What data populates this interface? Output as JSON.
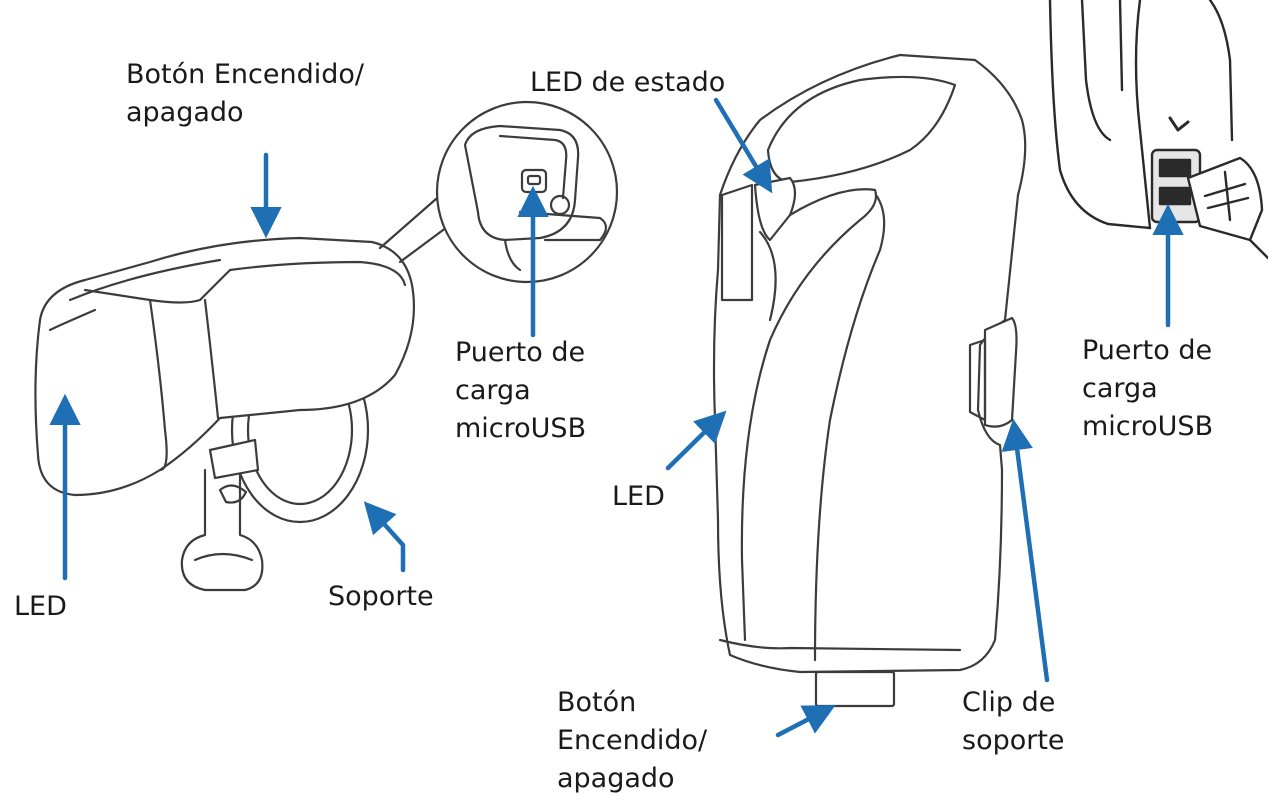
{
  "colors": {
    "arrow": "#1f6fb4",
    "outline": "#3c3c3c",
    "label": "#1a1a1a",
    "background": "#ffffff"
  },
  "front_light": {
    "power_button": {
      "line1": "Botón Encendido/",
      "line2": "apagado"
    },
    "charge_port": {
      "line1": "Puerto de",
      "line2": "carga",
      "line3": "microUSB"
    },
    "led": "LED",
    "mount": "Soporte"
  },
  "rear_light": {
    "status_led": "LED de estado",
    "led": "LED",
    "power_button": {
      "line1": "Botón",
      "line2": "Encendido/",
      "line3": "apagado"
    },
    "clip": {
      "line1": "Clip de",
      "line2": "soporte"
    },
    "charge_port": {
      "line1": "Puerto de",
      "line2": "carga",
      "line3": "microUSB"
    }
  }
}
